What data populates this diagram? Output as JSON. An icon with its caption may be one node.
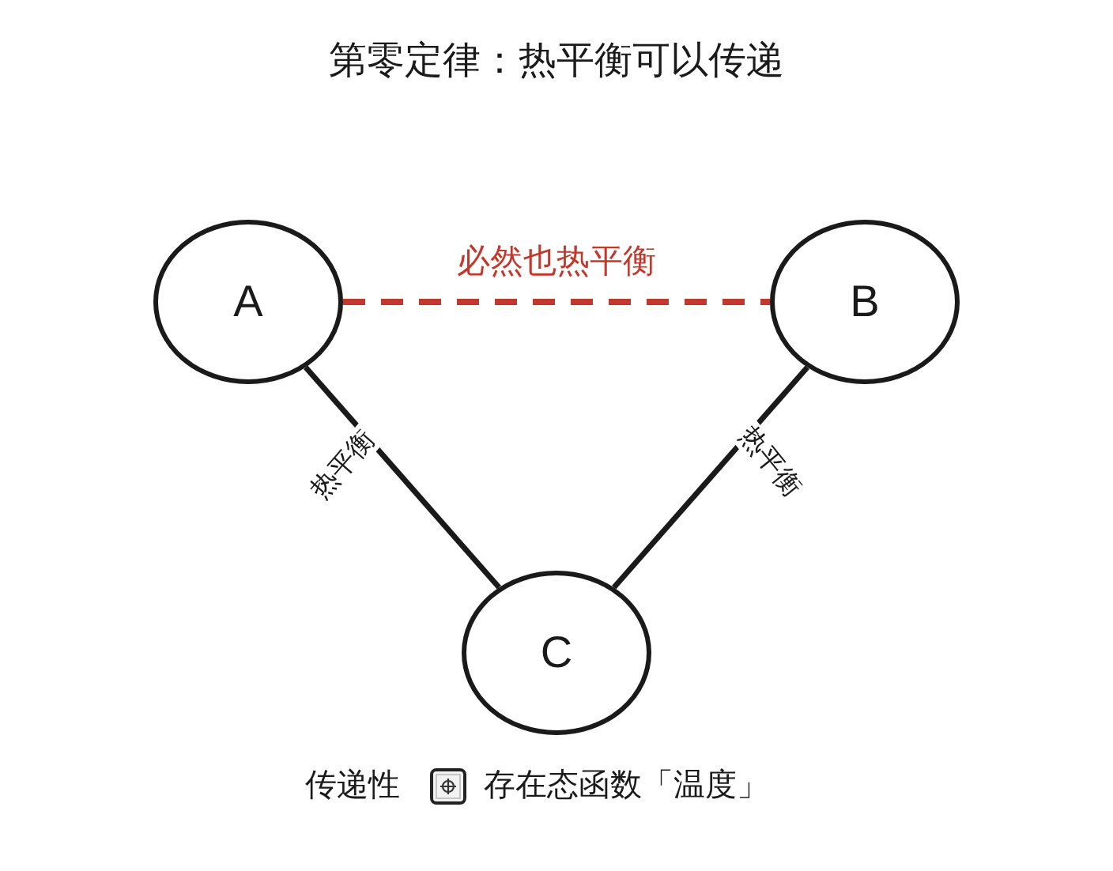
{
  "diagram": {
    "title": "第零定律：热平衡可以传递",
    "nodes": [
      {
        "text": [
          "A"
        ]
      },
      {
        "text": [
          "B"
        ]
      },
      {
        "text": [
          "C"
        ]
      }
    ],
    "edges": [
      {
        "from": 0,
        "to": 1,
        "arrow": "none",
        "label": "必然也热平衡",
        "style": "dashed",
        "color": "#c0392b"
      },
      {
        "from": 0,
        "to": 2,
        "arrow": "none",
        "label": "热平衡"
      },
      {
        "from": 1,
        "to": 2,
        "arrow": "none",
        "label": "热平衡"
      }
    ],
    "labels": [
      "传递性",
      "存在态函数「温度」"
    ]
  }
}
